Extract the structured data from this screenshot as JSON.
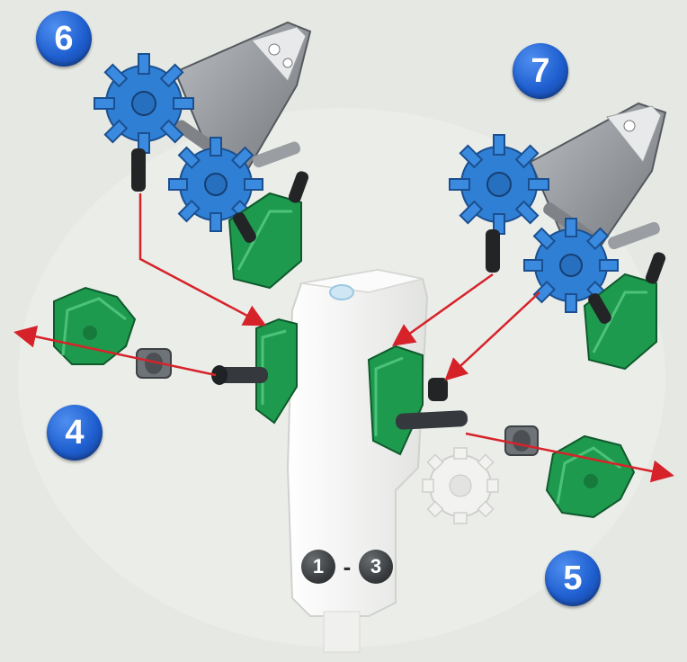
{
  "steps": {
    "step_6": "6",
    "step_7": "7",
    "step_4": "4",
    "step_5": "5"
  },
  "range_badge": {
    "start": "1",
    "separator": "-",
    "end": "3"
  },
  "colors": {
    "background": "#e6e8e4",
    "badge_blue": "#1f5fd0",
    "arrow_red": "#d6232a",
    "part_green": "#1e9a4e",
    "part_blue": "#2f7fd4",
    "part_grey": "#8c8f93",
    "part_black": "#222426",
    "body_white": "#f4f4f2"
  },
  "icons": [
    "blue-snowflake-connector",
    "green-corner-connector",
    "grey-triangle-bracket",
    "black-pin",
    "grey-spacer",
    "white-gear",
    "white-body-block"
  ]
}
